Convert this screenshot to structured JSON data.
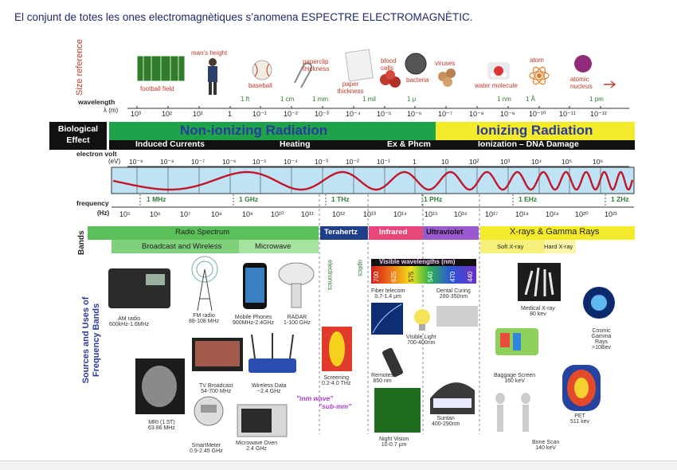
{
  "intro_text": "El conjunt de totes les ones electromagnètiques s’anomena ESPECTRE ELECTROMAGNÈTIC.",
  "size_reference": {
    "heading": "Size reference",
    "items": [
      "football field",
      "man's height",
      "baseball",
      "paperclip thickness",
      "paper thickness",
      "blood cells",
      "bacteria",
      "viruses",
      "water molecule",
      "atom",
      "atomic nucleus"
    ],
    "length_marks": [
      "1 ft",
      "1 cm",
      "1 mm",
      "1 mil",
      "1 μ",
      "1 nm",
      "1 Å",
      "1 pm"
    ]
  },
  "wavelength": {
    "label": "wavelength",
    "unit": "λ (m)",
    "ticks": [
      "10³",
      "10²",
      "10¹",
      "1",
      "10⁻¹",
      "10⁻²",
      "10⁻³",
      "10⁻⁴",
      "10⁻⁵",
      "10⁻⁶",
      "10⁻⁷",
      "10⁻⁸",
      "10⁻⁹",
      "10⁻¹⁰",
      "10⁻¹¹",
      "10⁻¹²"
    ]
  },
  "biological_effect": {
    "label": "Biological Effect",
    "non_ionizing": "Non-ionizing Radiation",
    "ionizing": "Ionizing Radiation",
    "effects": [
      "Induced Currents",
      "Heating",
      "Ex & Phcm",
      "Ionization – DNA Damage"
    ]
  },
  "electron_volt": {
    "label": "electron volt",
    "unit": "(eV)",
    "ticks": [
      "10⁻⁹",
      "10⁻⁸",
      "10⁻⁷",
      "10⁻⁶",
      "10⁻⁵",
      "10⁻⁴",
      "10⁻³",
      "10⁻²",
      "10⁻¹",
      "1",
      "10",
      "10²",
      "10³",
      "10⁴",
      "10⁵",
      "10⁶"
    ]
  },
  "frequency": {
    "label": "frequency",
    "unit": "(Hz)",
    "named": [
      "1 MHz",
      "1 GHz",
      "1 THz",
      "1 PHz",
      "1 EHz",
      "1 ZHz"
    ],
    "ticks": [
      "10⁵",
      "10⁶",
      "10⁷",
      "10⁸",
      "10⁹",
      "10¹⁰",
      "10¹¹",
      "10¹²",
      "10¹³",
      "10¹⁴",
      "10¹⁵",
      "10¹⁶",
      "10¹⁷",
      "10¹⁸",
      "10¹⁹",
      "10²⁰",
      "10²¹"
    ]
  },
  "bands": {
    "label": "Bands",
    "radio": "Radio Spectrum",
    "broadcast": "Broadcast and Wireless",
    "microwave": "Microwave",
    "terahertz": "Terahertz",
    "infrared": "Infrared",
    "ultraviolet": "Ultraviolet",
    "xray": "X-rays & Gamma Rays",
    "soft_xray": "Soft X-ray",
    "hard_xray": "Hard X-ray",
    "electronics": "electronics",
    "optics": "optics",
    "visible": "Visible wavelengths",
    "visible_unit": "(nm)",
    "visible_ticks": [
      "700",
      "625",
      "575",
      "540",
      "470",
      "440"
    ]
  },
  "sources": {
    "label": "Sources and Uses of Frequency Bands",
    "items": [
      {
        "name": "AM radio",
        "detail": "600kHz-1.6MHz"
      },
      {
        "name": "FM radio",
        "detail": "88-108 MHz"
      },
      {
        "name": "Mobile Phones",
        "detail": "900MHz-2.4GHz"
      },
      {
        "name": "RADAR",
        "detail": "1-100 GHz"
      },
      {
        "name": "TV Broadcast",
        "detail": "54-700 MHz"
      },
      {
        "name": "Wireless Data",
        "detail": "~2.4 GHz"
      },
      {
        "name": "MRI (1.5T)",
        "detail": "63.86 MHz"
      },
      {
        "name": "SmartMeter",
        "detail": "0.9-2.45 GHz"
      },
      {
        "name": "Microwave Oven",
        "detail": "2.4 GHz"
      },
      {
        "name": "Screening",
        "detail": "0.2-4.0 THz"
      },
      {
        "name": "Fiber telecom",
        "detail": "0.7-1.4 μm"
      },
      {
        "name": "Visible Light",
        "detail": "700-400nm"
      },
      {
        "name": "Remotes",
        "detail": "850 nm"
      },
      {
        "name": "Night Vision",
        "detail": "10-0.7 μm"
      },
      {
        "name": "Dental Curing",
        "detail": "200-350nm"
      },
      {
        "name": "Suntan",
        "detail": "400-290nm"
      },
      {
        "name": "Medical X-ray",
        "detail": "80 kev"
      },
      {
        "name": "Baggage Screen",
        "detail": "160 keV"
      },
      {
        "name": "Bone Scan",
        "detail": "140 keV"
      },
      {
        "name": "Cosmic Gamma Rays",
        "detail": ">10Bev"
      },
      {
        "name": "PET",
        "detail": "511 kev"
      }
    ],
    "mm_wave": "\"mm wave\"",
    "sub_mm": "\"sub-mm\""
  },
  "colors": {
    "non_ionizing": "#1fa34a",
    "ionizing": "#f2ea2a",
    "wave_panel": "#bfe3f4",
    "wave": "#c0182a",
    "terahertz": "#1f3f8a",
    "infrared": "#e8477a",
    "ultraviolet": "#9b59d0",
    "xray": "#f2ea2a",
    "radio": "#5cc05a"
  }
}
